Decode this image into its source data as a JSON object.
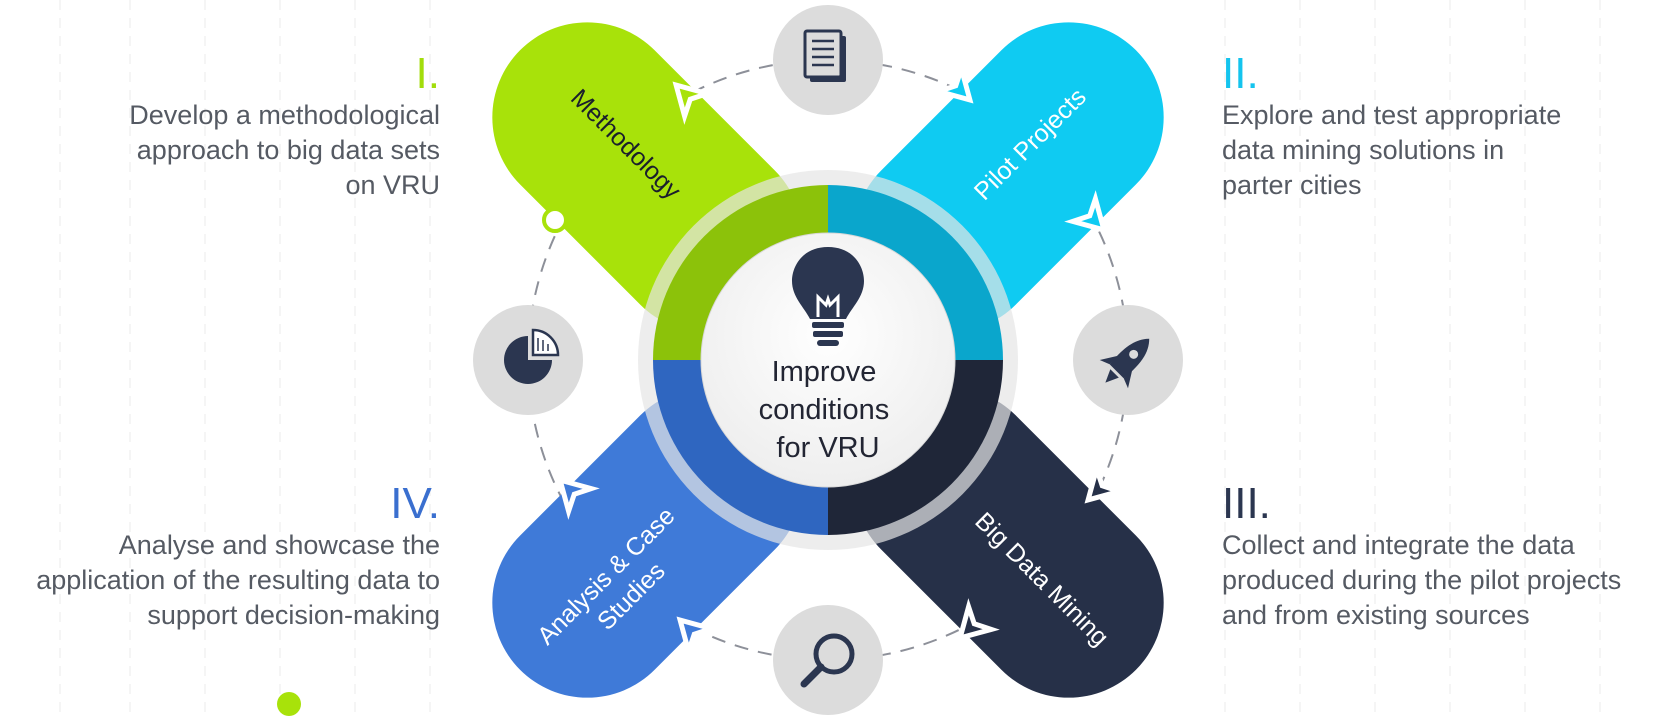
{
  "center": {
    "line1": "Improve",
    "line2": "conditions",
    "line3": "for VRU"
  },
  "petals": {
    "methodology": "Methodology",
    "pilot": "Pilot Projects",
    "bigdata": "Big Data Mining",
    "analysis_line1": "Analysis & Case",
    "analysis_line2": "Studies"
  },
  "steps": {
    "one": {
      "num": "I.",
      "lines": [
        "Develop a methodological",
        "approach to big data sets",
        "on VRU"
      ]
    },
    "two": {
      "num": "II.",
      "lines": [
        "Explore and test appropriate",
        "data mining solutions in",
        "parter cities"
      ]
    },
    "three": {
      "num": "III.",
      "lines": [
        "Collect and integrate the data",
        "produced during the pilot projects",
        "and from existing sources"
      ]
    },
    "four": {
      "num": "IV.",
      "lines": [
        "Analyse and showcase the",
        "application of the resulting data to",
        "support decision-making"
      ]
    }
  },
  "icons": [
    "document-icon",
    "rocket-icon",
    "magnifier-icon",
    "pie-chart-icon",
    "lightbulb-icon"
  ],
  "colors": {
    "green": "#a8e20a",
    "green_dark": "#8cc20a",
    "cyan": "#0fcbf2",
    "cyan_dark": "#0aa6cc",
    "navy": "#263048",
    "navy_dark": "#1f2638",
    "blue": "#3f7ad8",
    "blue_dark": "#2f66c0",
    "icon_bg": "#dcdcdc",
    "icon_fg": "#2b3650",
    "text": "#555a63"
  }
}
